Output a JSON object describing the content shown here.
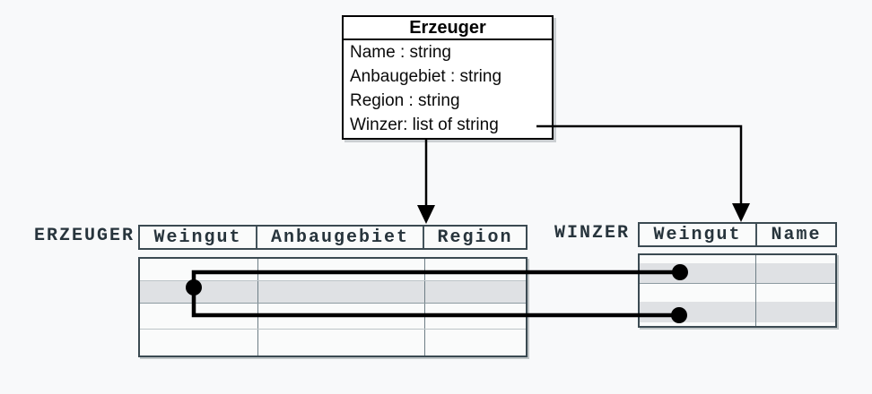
{
  "uml_class": {
    "title": "Erzeuger",
    "attributes": [
      "Name : string",
      "Anbaugebiet : string",
      "Region : string",
      "Winzer: list of string"
    ]
  },
  "tables": {
    "erzeuger": {
      "label": "ERZEUGER",
      "columns": [
        "Weingut",
        "Anbaugebiet",
        "Region"
      ],
      "row_count": 4,
      "shaded_rows": [
        2
      ]
    },
    "winzer": {
      "label": "WINZER",
      "columns": [
        "Weingut",
        "Name"
      ],
      "row_count": 4,
      "shaded_rows": [
        2,
        4
      ]
    }
  },
  "relations": [
    {
      "from": "erzeuger.row2.weingut",
      "to": "winzer.row2.weingut"
    },
    {
      "from": "erzeuger.row2.weingut",
      "to": "winzer.row4.weingut"
    }
  ],
  "mappings": [
    {
      "from": "class Erzeuger",
      "to": "table ERZEUGER"
    },
    {
      "from": "attribute Winzer: list of string",
      "to": "table WINZER"
    }
  ],
  "colors": {
    "background": "#f8f9fa",
    "table_border": "#3b4a52",
    "table_text": "#27343c",
    "row_highlight": "#dfe1e4",
    "relation_line": "#000000"
  }
}
